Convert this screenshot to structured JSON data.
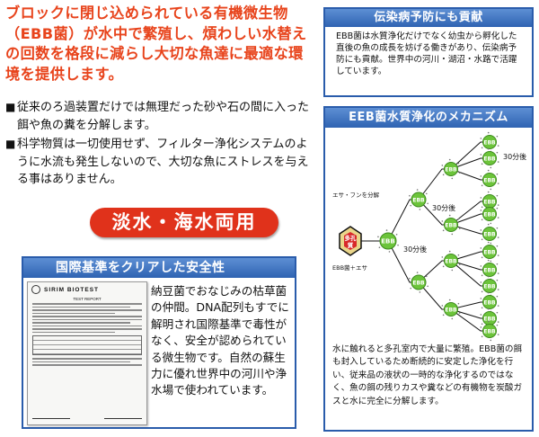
{
  "intro": {
    "text": "ブロックに閉じ込められている有機微生物（EBB菌）が水中で繁殖し、煩わしい水替えの回数を格段に減らし大切な魚達に最適な環境を提供します。"
  },
  "bullets": {
    "marker": "■",
    "items": [
      "従来のろ過装置だけでは無理だった砂や石の間に入った餌や魚の糞を分解します。",
      "科学物質は一切使用せず、フィルター浄化システムのように水流も発生しないので、大切な魚にストレスを与える事はありません。"
    ]
  },
  "badge": {
    "label": "淡水・海水両用"
  },
  "safety": {
    "title": "国際基準をクリアした安全性",
    "text": "納豆菌でおなじみの枯草菌の仲間。DNA配列もすでに解明され国際基準で毒性がなく、安全が認められている微生物です。自然の蘇生力に優れ世界中の河川や浄水場で使われています。",
    "certificate": {
      "org": "SIRIM BIOTEST",
      "heading": "TEST REPORT"
    }
  },
  "prevention": {
    "title": "伝染病予防にも貢献",
    "text": "EBB菌は水質浄化だけでなく幼虫から孵化した直後の魚の成長を妨げる働きがあり、伝染病予防にも貢献。世界中の河川・湖沼・水路で活躍しています。"
  },
  "mechanism": {
    "title": "EEB菌水質浄化のメカニズム",
    "diagram": {
      "block_label_top": "多孔",
      "block_label_bottom": "質",
      "node_label": "EBB",
      "label_feed": "エサ・フンを分解",
      "label_input": "EBB菌＋エサ",
      "time_1": "30分後",
      "time_2": "30分後",
      "time_3": "30分後"
    },
    "text": "水に触れると多孔室内で大量に繁殖。EBB菌の餌も封入しているため断続的に安定した浄化を行い、従来品の液状の一時的な浄化するのではなく、魚の餌の残りカスや糞などの有機物を炭酸ガスと水に完全に分解します。"
  },
  "colors": {
    "accent_red": "#e8441c",
    "badge_red": "#e0321b",
    "panel_blue": "#2a5cab",
    "node_green": "#6cc43a"
  }
}
